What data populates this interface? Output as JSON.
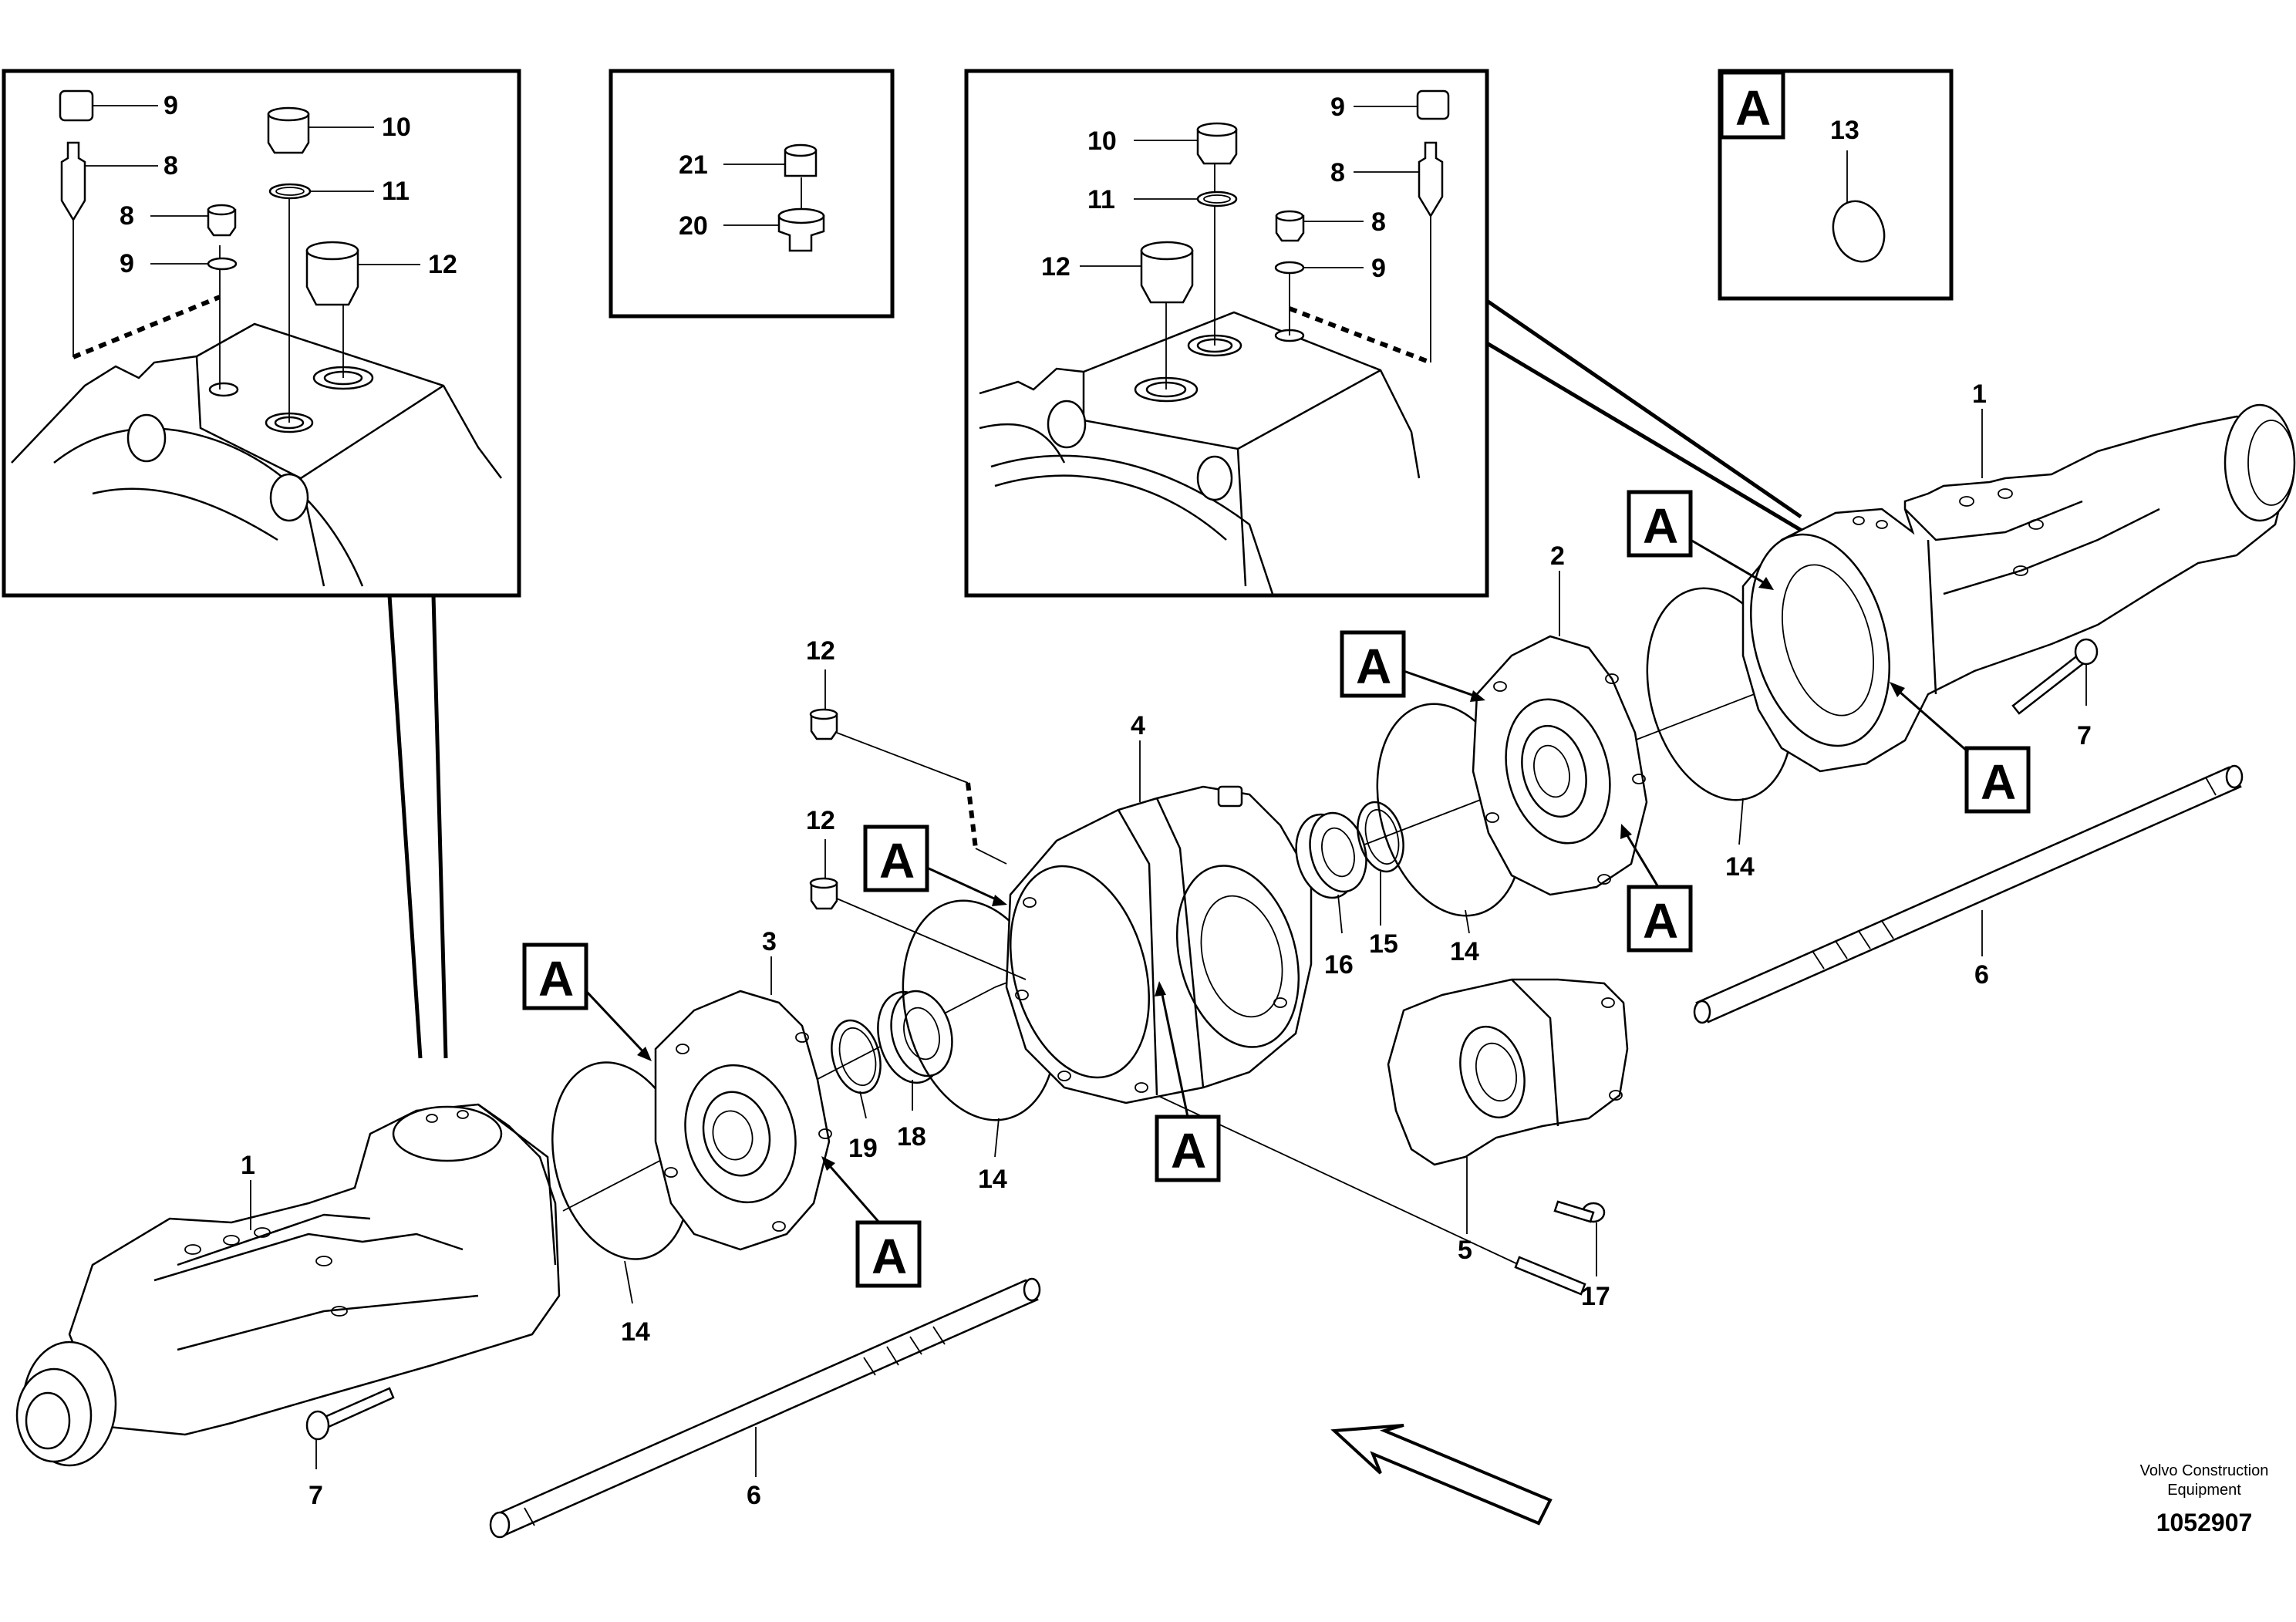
{
  "callout": "A",
  "credit": {
    "line1": "Volvo Construction",
    "line2": "Equipment",
    "doc_number": "1052907"
  },
  "labels": {
    "inset_left": [
      "9",
      "8",
      "8",
      "9",
      "10",
      "11",
      "12"
    ],
    "inset_mid": [
      "21",
      "20"
    ],
    "inset_right": [
      "10",
      "11",
      "12",
      "9",
      "8",
      "8",
      "9"
    ],
    "inset_a": "13",
    "main": [
      "1",
      "1",
      "2",
      "3",
      "4",
      "5",
      "6",
      "6",
      "7",
      "7",
      "12",
      "12",
      "14",
      "14",
      "14",
      "14",
      "15",
      "16",
      "17",
      "18",
      "19"
    ]
  }
}
